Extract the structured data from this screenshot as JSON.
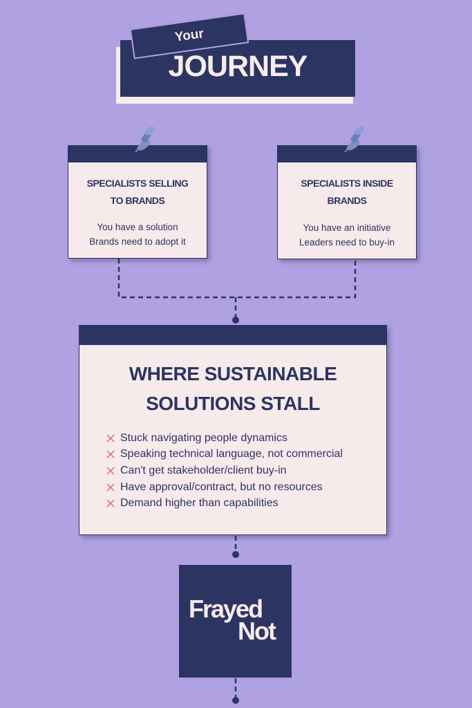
{
  "header": {
    "tag": "Your",
    "title": "JOURNEY"
  },
  "cards": [
    {
      "title_line1": "SPECIALISTS SELLING",
      "title_line2": "TO BRANDS",
      "line1": "You have a solution",
      "line2": "Brands need to adopt it"
    },
    {
      "title_line1": "SPECIALISTS INSIDE",
      "title_line2": "BRANDS",
      "line1": "You have an initiative",
      "line2": "Leaders need to buy-in"
    }
  ],
  "stall": {
    "title_line1": "WHERE SUSTAINABLE",
    "title_line2": "SOLUTIONS STALL",
    "items": [
      "Stuck navigating people dynamics",
      "Speaking technical language, not commercial",
      "Can't get stakeholder/client buy-in",
      "Have approval/contract, but no resources",
      "Demand higher than capabilities"
    ],
    "item_icon": "x-mark-icon"
  },
  "logo": {
    "line1": "Frayed",
    "line2": "Not"
  },
  "colors": {
    "background": "#b0a2e2",
    "navy": "#2c3462",
    "card": "#f7eaeb",
    "cross": "#e0797c"
  }
}
